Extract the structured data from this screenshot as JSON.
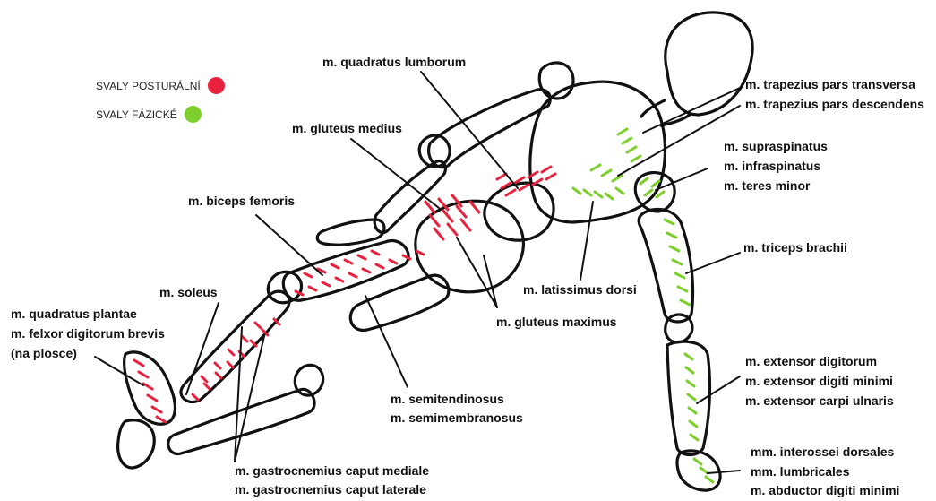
{
  "legend": {
    "postural": {
      "label": "SVALY POSTURÁLNÍ",
      "color": "#e8223c"
    },
    "phasic": {
      "label": "SVALY FÁZICKÉ",
      "color": "#7ccf2c"
    }
  },
  "labels": {
    "quadratus_lumborum": "m. quadratus lumborum",
    "gluteus_medius": "m. gluteus medius",
    "biceps_femoris": "m. biceps femoris",
    "soleus": "m. soleus",
    "quadratus_plantae": "m. quadratus plantae",
    "flexor_digitorum_brevis": "m. felxor digitorum brevis",
    "na_plosce": "(na plosce)",
    "gluteus_maximus": "m. gluteus maximus",
    "semitendinosus": "m. semitendinosus",
    "semimembranosus": "m. semimembranosus",
    "gastrocnemius_mediale": "m. gastrocnemius caput mediale",
    "gastrocnemius_laterale": "m. gastrocnemius caput laterale",
    "latissimus_dorsi": "m. latissimus dorsi",
    "trapezius_transversa": "m. trapezius pars transversa",
    "trapezius_descendens": "m. trapezius pars descendens",
    "supraspinatus": "m. supraspinatus",
    "infraspinatus": "m. infraspinatus",
    "teres_minor": "m. teres minor",
    "triceps_brachii": "m. triceps brachii",
    "extensor_digitorum": "m. extensor digitorum",
    "extensor_digiti_minimi": "m. extensor digiti minimi",
    "extensor_carpi_ulnaris": "m. extensor carpi ulnaris",
    "interossei_dorsales": "mm. interossei dorsales",
    "lumbricales": "mm. lumbricales",
    "abductor_digiti_minimi": "m. abductor digiti minimi"
  }
}
